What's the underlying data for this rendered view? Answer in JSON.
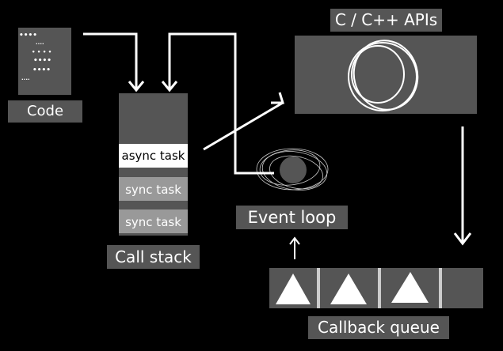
{
  "code": {
    "label": "Code",
    "dot_lines": [
      "••••",
      "····",
      "• • • •",
      "••••",
      "••••",
      "····"
    ]
  },
  "call_stack": {
    "label": "Call stack",
    "tasks": [
      {
        "label": "async task",
        "kind": "async"
      },
      {
        "label": "sync task",
        "kind": "sync"
      },
      {
        "label": "sync task",
        "kind": "sync"
      }
    ]
  },
  "apis": {
    "label": "C / C++ APIs",
    "icon": "tangled-circles-icon"
  },
  "event_loop": {
    "label": "Event loop",
    "icon": "loop-orbit-icon"
  },
  "callback_queue": {
    "label": "Callback queue",
    "slots": [
      {
        "icon": "triangle-icon"
      },
      {
        "icon": "triangle-icon"
      },
      {
        "icon": "triangle-icon"
      },
      {
        "icon": ""
      }
    ]
  },
  "colors": {
    "background": "#000000",
    "panel": "#555555",
    "sync_task": "#999999",
    "async_task": "#ffffff",
    "arrow": "#ffffff"
  }
}
